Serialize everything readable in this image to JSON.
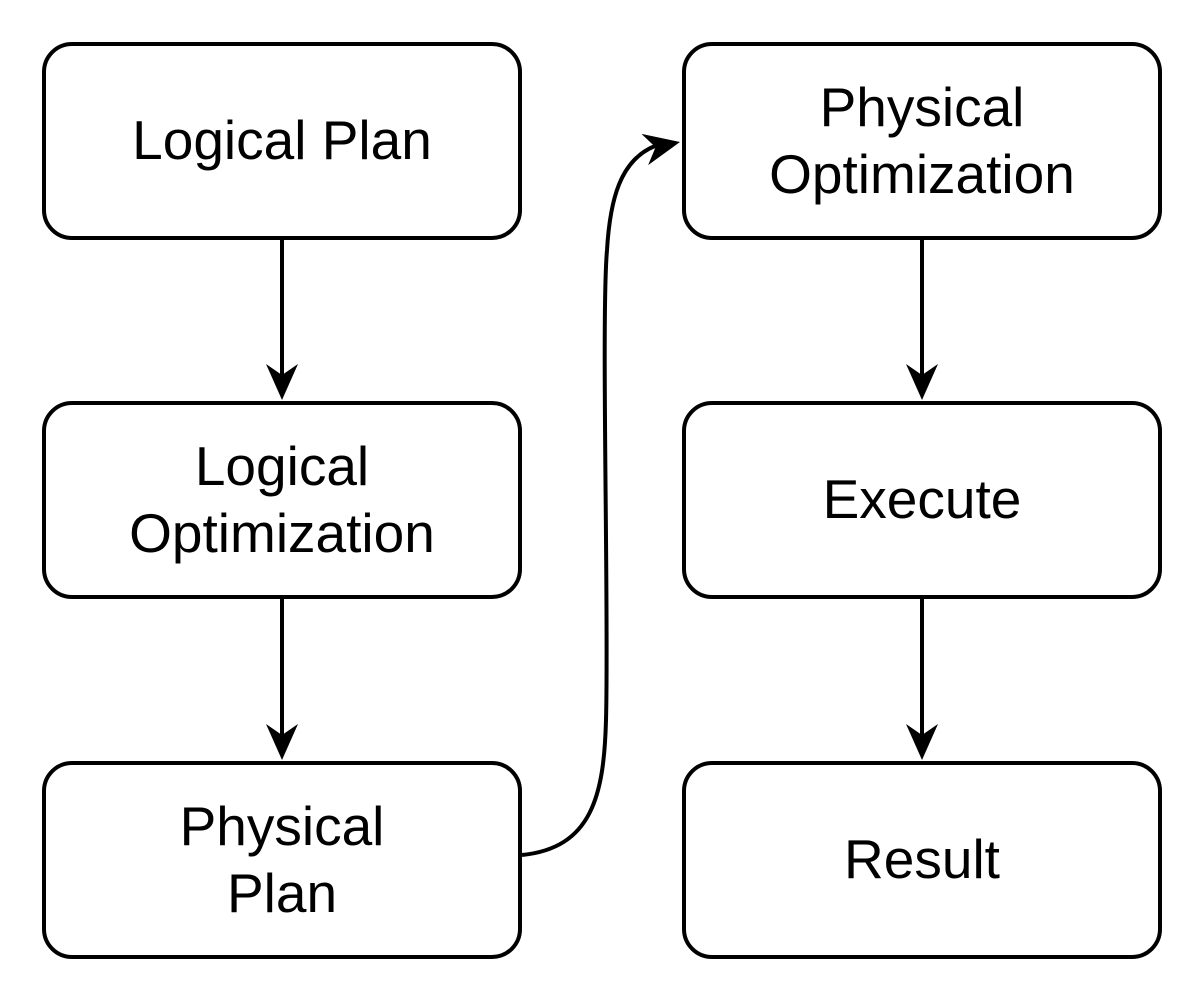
{
  "diagram": {
    "background_color": "#ffffff",
    "line_color": "#000000",
    "node_fill_color": "#ffffff",
    "text_color": "#000000",
    "nodes": [
      {
        "id": "logical-plan",
        "label": "Logical Plan"
      },
      {
        "id": "logical-optimization",
        "label": "Logical\nOptimization"
      },
      {
        "id": "physical-plan",
        "label": "Physical\nPlan"
      },
      {
        "id": "physical-optimization",
        "label": "Physical\nOptimization"
      },
      {
        "id": "execute",
        "label": "Execute"
      },
      {
        "id": "result",
        "label": "Result"
      }
    ],
    "edges": [
      {
        "from": "logical-plan",
        "to": "logical-optimization",
        "style": "straight-down"
      },
      {
        "from": "logical-optimization",
        "to": "physical-plan",
        "style": "straight-down"
      },
      {
        "from": "physical-plan",
        "to": "physical-optimization",
        "style": "curved-up-right"
      },
      {
        "from": "physical-optimization",
        "to": "execute",
        "style": "straight-down"
      },
      {
        "from": "execute",
        "to": "result",
        "style": "straight-down"
      }
    ]
  }
}
